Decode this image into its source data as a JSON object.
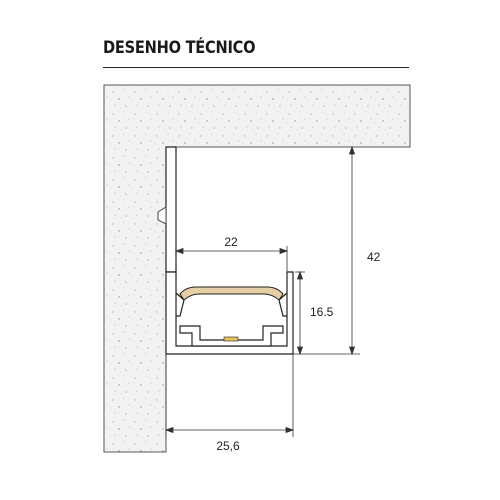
{
  "title": "DESENHO TÉCNICO",
  "dimensions": {
    "inner_width": "22",
    "total_height": "42",
    "channel_height": "16.5",
    "total_width": "25,6"
  },
  "colors": {
    "concrete": "#f2f2f2",
    "outline": "#222222",
    "diffuser": "#e6cfa6",
    "led": "#e8c15a",
    "dimension_line": "#333333"
  }
}
